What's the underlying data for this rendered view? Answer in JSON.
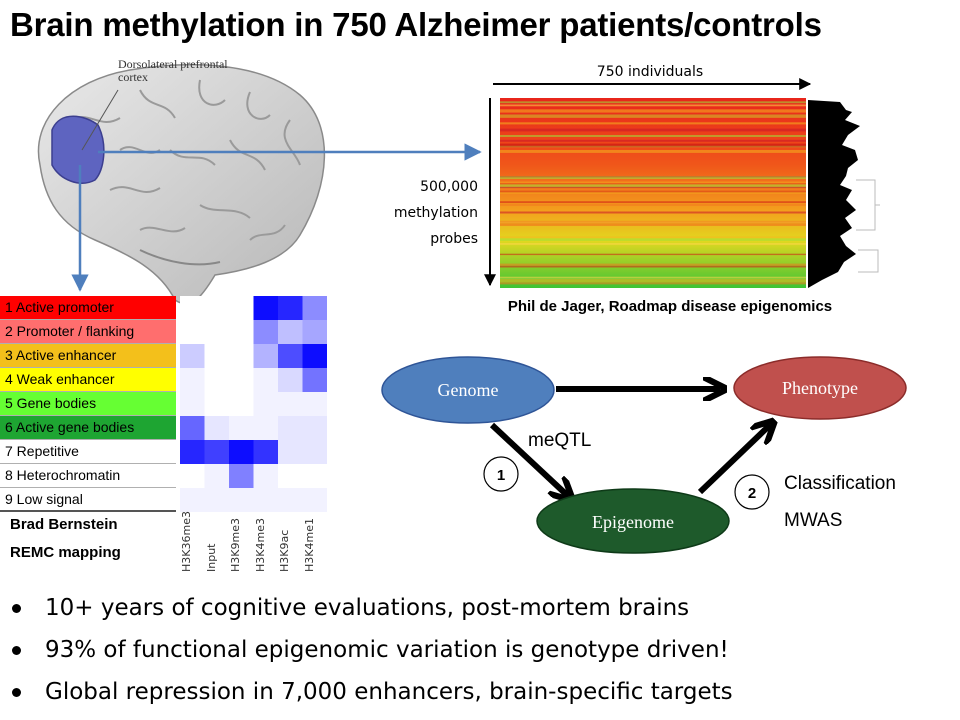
{
  "title": "Brain methylation in 750 Alzheimer patients/controls",
  "brain": {
    "region_label_line1": "Dorsolateral prefrontal",
    "region_label_line2": "cortex"
  },
  "methylation_heatmap": {
    "x_label": "750 individuals",
    "y_label_lines": [
      "500,000",
      "methylation",
      "probes"
    ],
    "credit": "Phil de Jager, Roadmap disease epigenomics",
    "colors": {
      "high": "#e8251b",
      "mid": "#f7d81d",
      "low": "#3cc436"
    }
  },
  "chromatin_states": [
    {
      "label": "1 Active promoter",
      "color": "#ff0000"
    },
    {
      "label": "2 Promoter / flanking",
      "color": "#ff6e6e"
    },
    {
      "label": "3 Active enhancer",
      "color": "#f3c01b"
    },
    {
      "label": "4 Weak enhancer",
      "color": "#ffff00"
    },
    {
      "label": "5 Gene bodies",
      "color": "#66ff33"
    },
    {
      "label": "6 Active gene bodies",
      "color": "#1ea532"
    },
    {
      "label": "7 Repetitive",
      "color": "#ffffff"
    },
    {
      "label": "8 Heterochromatin",
      "color": "#ffffff"
    },
    {
      "label": "9 Low signal",
      "color": "#ffffff"
    }
  ],
  "enrichment": {
    "marks": [
      "H3K36me3",
      "Input",
      "H3K9me3",
      "H3K4me3",
      "H3K9ac",
      "H3K4me1"
    ],
    "levels": [
      [
        0.0,
        0.0,
        0.0,
        0.95,
        0.85,
        0.45
      ],
      [
        0.0,
        0.0,
        0.0,
        0.45,
        0.25,
        0.35
      ],
      [
        0.2,
        0.0,
        0.0,
        0.3,
        0.7,
        0.95
      ],
      [
        0.05,
        0.0,
        0.0,
        0.05,
        0.15,
        0.55
      ],
      [
        0.05,
        0.0,
        0.0,
        0.05,
        0.05,
        0.05
      ],
      [
        0.6,
        0.1,
        0.05,
        0.05,
        0.1,
        0.1
      ],
      [
        0.85,
        0.75,
        0.95,
        0.8,
        0.1,
        0.1
      ],
      [
        0.0,
        0.05,
        0.5,
        0.05,
        0.0,
        0.0
      ],
      [
        0.05,
        0.05,
        0.05,
        0.05,
        0.05,
        0.05
      ]
    ],
    "credit_line1": "Brad Bernstein",
    "credit_line2": "REMC mapping"
  },
  "causal_diagram": {
    "genome": {
      "label": "Genome",
      "color": "#4f7fbd"
    },
    "phenotype": {
      "label": "Phenotype",
      "color": "#c0504d"
    },
    "epigenome": {
      "label": "Epigenome",
      "color": "#1e5a2b"
    },
    "edge1_label": "meQTL",
    "edge1_step": "1",
    "edge2_label_line1": "Classification",
    "edge2_label_line2": "MWAS",
    "edge2_step": "2"
  },
  "bullets": [
    "10+ years of cognitive evaluations, post-mortem brains",
    "93% of functional epigenomic variation is genotype driven!",
    "Global repression in 7,000 enhancers, brain-specific targets"
  ]
}
